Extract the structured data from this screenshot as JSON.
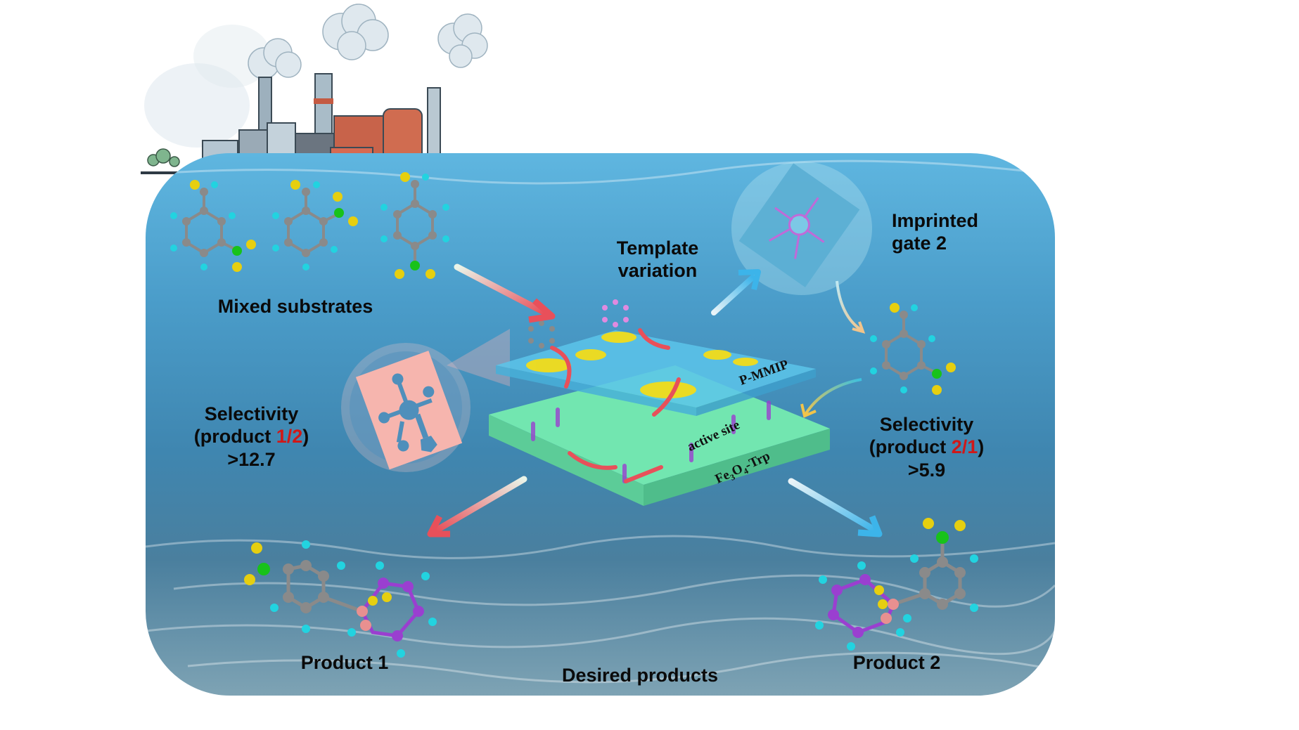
{
  "figure": {
    "labels": {
      "mixed_substrates": "Mixed substrates",
      "template_variation_line1": "Template",
      "template_variation_line2": "variation",
      "imprinted_gate_line1": "Imprinted",
      "imprinted_gate_line2": "gate 2",
      "selectivity_left": {
        "line1": "Selectivity",
        "prefix": "(product ",
        "ratio": "1/2",
        "suffix": ")",
        "value": ">12.7"
      },
      "selectivity_right": {
        "line1": "Selectivity",
        "prefix": "(product ",
        "ratio": "2/1",
        "suffix": ")",
        "value": ">5.9"
      },
      "product_1": "Product 1",
      "product_2": "Product 2",
      "desired_products": "Desired products",
      "layer_top": "P-MMIP",
      "layer_bottom_prefix": "Fe",
      "layer_bottom_sub1": "3",
      "layer_bottom_mid": "O",
      "layer_bottom_sub2": "4",
      "layer_bottom_suffix": "-Trp",
      "active_site": "active site"
    },
    "colors": {
      "ratio_highlight": "#d01818",
      "top_layer": "#5cc4ea",
      "bottom_layer": "#72e6b0",
      "imprint_cavity": "#f2dc1a",
      "template_pink": "#f6b5ae",
      "atom_carbon": "#8a8a8a",
      "atom_hydrogen": "#22d3e0",
      "atom_sulfur": "#e6cf10",
      "atom_nitrogen": "#18c21a",
      "atom_pink": "#e08ae0",
      "atom_purple": "#9a3fd0",
      "arrow_red": "#e8505a",
      "arrow_blue": "#3cb4ea"
    }
  }
}
